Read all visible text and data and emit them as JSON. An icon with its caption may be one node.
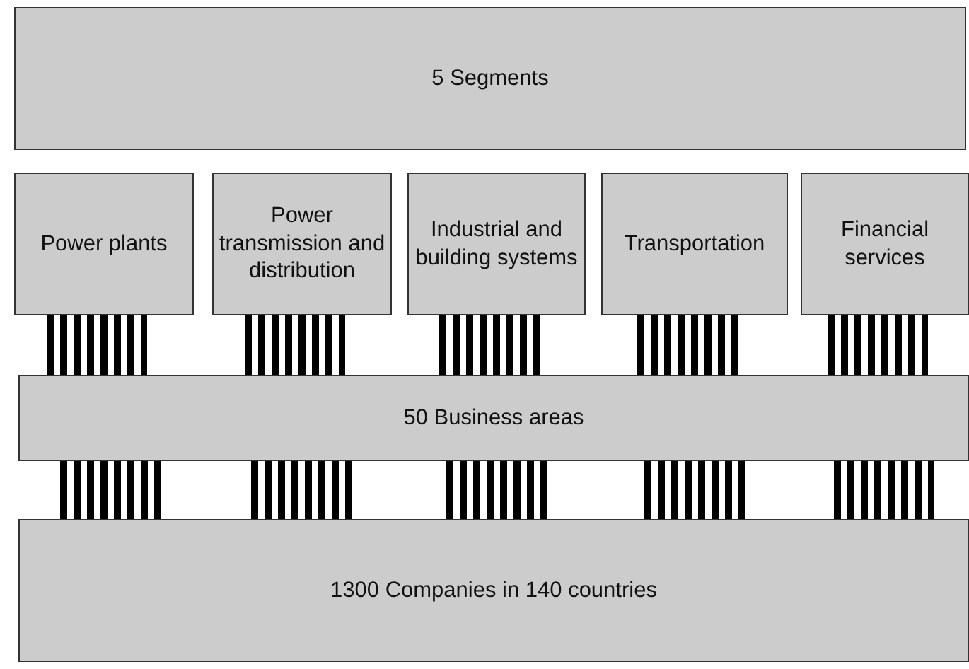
{
  "diagram": {
    "nodes": [
      {
        "text": [
          "5 Segments"
        ]
      },
      {
        "text": [
          "Power plants"
        ]
      },
      {
        "text": [
          "Power transmission and distribution"
        ]
      },
      {
        "text": [
          "Industrial and building systems"
        ]
      },
      {
        "text": [
          "Transportation"
        ]
      },
      {
        "text": [
          "Financial services"
        ]
      },
      {
        "text": [
          "50 Business areas"
        ]
      },
      {
        "text": [
          "1300 Companies in 140 countries"
        ]
      }
    ],
    "edges": [
      {
        "from": 1,
        "to": 6,
        "arrow": "none"
      },
      {
        "from": 2,
        "to": 6,
        "arrow": "none"
      },
      {
        "from": 3,
        "to": 6,
        "arrow": "none"
      },
      {
        "from": 4,
        "to": 6,
        "arrow": "none"
      },
      {
        "from": 5,
        "to": 6,
        "arrow": "none"
      },
      {
        "from": 6,
        "to": 7,
        "arrow": "none"
      },
      {
        "from": 6,
        "to": 7,
        "arrow": "none"
      },
      {
        "from": 6,
        "to": 7,
        "arrow": "none"
      },
      {
        "from": 6,
        "to": 7,
        "arrow": "none"
      },
      {
        "from": 6,
        "to": 7,
        "arrow": "none"
      }
    ]
  }
}
